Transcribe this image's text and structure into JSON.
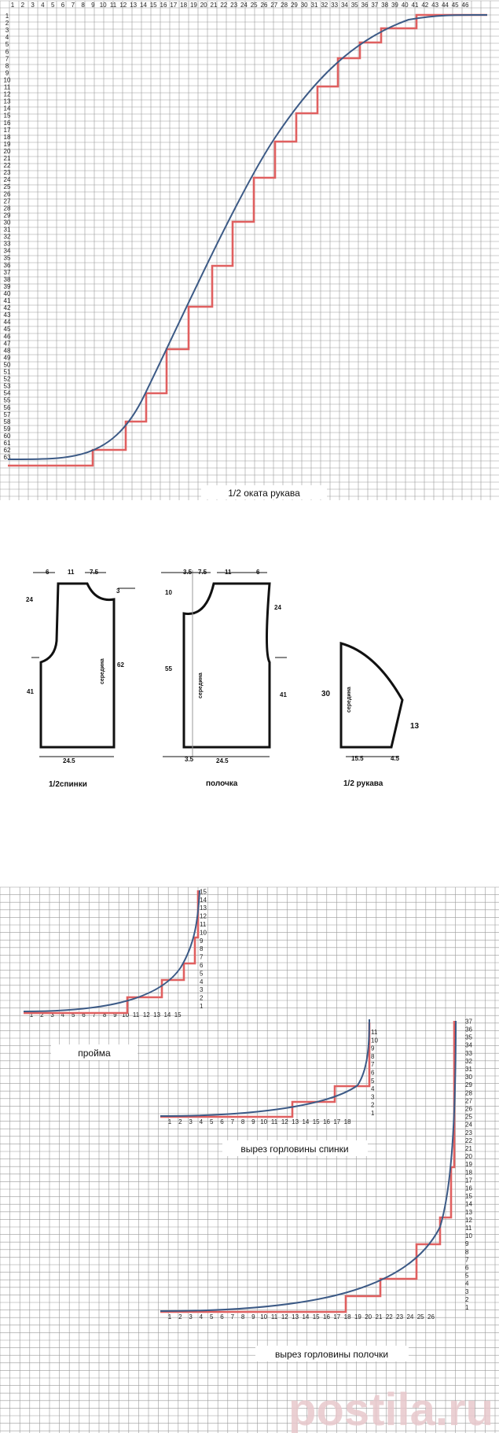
{
  "sleeve_cap": {
    "caption": "1/2 оката рукава",
    "col_count": 46,
    "row_count": 63
  },
  "patterns": {
    "back": {
      "title": "1/2спинки",
      "dims": {
        "top_left": "6",
        "top_mid": "11",
        "top_right": "7.5",
        "neck_drop": "3",
        "side_upper": "24",
        "side_lower": "41",
        "height": "62",
        "bottom": "24.5"
      },
      "label_vertical": "середина"
    },
    "front": {
      "title": "полочка",
      "dims": {
        "top_left": "3.5",
        "top_mid1": "7.5",
        "top_mid2": "11",
        "top_right": "6",
        "neck_drop": "10",
        "left_height": "55",
        "side_upper": "24",
        "side_lower": "41",
        "bottom_left": "3.5",
        "bottom": "24.5"
      },
      "label_vertical": "середина"
    },
    "sleeve": {
      "title": "1/2 рукава",
      "dims": {
        "height": "30",
        "side": "13",
        "bottom": "15.5",
        "bottom_right": "4.5"
      },
      "label_vertical": "середина"
    }
  },
  "armhole": {
    "caption": "пройма",
    "x_numbers": [
      "1",
      "2",
      "3",
      "4",
      "5",
      "6",
      "7",
      "8",
      "9",
      "10",
      "11",
      "12",
      "13",
      "14",
      "15"
    ],
    "y_numbers": [
      "1",
      "2",
      "3",
      "4",
      "5",
      "6",
      "7",
      "8",
      "9",
      "10",
      "11",
      "12",
      "13",
      "14",
      "15"
    ]
  },
  "back_neck": {
    "caption": "вырез горловины спинки",
    "x_numbers": [
      "1",
      "2",
      "3",
      "4",
      "5",
      "6",
      "7",
      "8",
      "9",
      "10",
      "11",
      "12",
      "13",
      "14",
      "15",
      "16",
      "17",
      "18"
    ],
    "y_numbers": [
      "1",
      "2",
      "3",
      "4",
      "5",
      "6",
      "7",
      "8",
      "9",
      "10",
      "11"
    ]
  },
  "front_neck": {
    "caption": "вырез горловины полочки",
    "x_numbers": [
      "1",
      "2",
      "3",
      "4",
      "5",
      "6",
      "7",
      "8",
      "9",
      "10",
      "11",
      "12",
      "13",
      "14",
      "15",
      "16",
      "17",
      "18",
      "19",
      "20",
      "21",
      "22",
      "23",
      "24",
      "25",
      "26"
    ],
    "y_numbers": [
      "1",
      "2",
      "3",
      "4",
      "5",
      "6",
      "7",
      "8",
      "9",
      "10",
      "11",
      "12",
      "13",
      "14",
      "15",
      "16",
      "17",
      "18",
      "19",
      "20",
      "21",
      "22",
      "23",
      "24",
      "25",
      "26",
      "27",
      "28",
      "29",
      "30",
      "31",
      "32",
      "33",
      "34",
      "35",
      "36",
      "37"
    ]
  },
  "watermark": "postila.ru",
  "colors": {
    "grid": "#9a9a9a",
    "step": "#e06060",
    "curve": "#3c5a86",
    "ink": "#111111",
    "watermark": "#e8c8cc"
  }
}
